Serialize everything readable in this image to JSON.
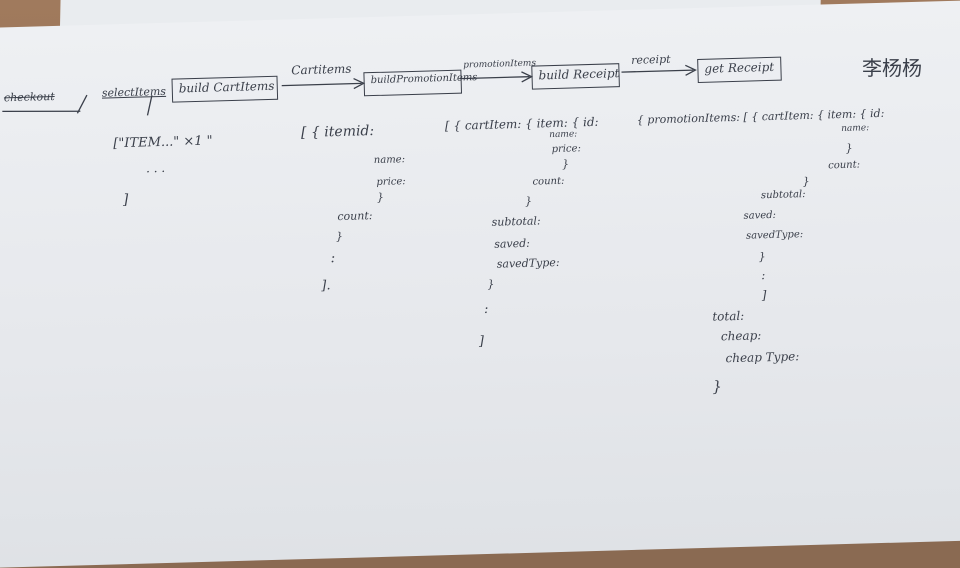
{
  "flow": {
    "checkout": "checkout",
    "selected": "selectItems",
    "build_cart_items": "build CartItems",
    "cart_items_arrow": "Cartitems",
    "build_promotion_items": "buildPromotionItems",
    "promotion_items_arrow": "promotionItems",
    "build_receipt": "build Receipt",
    "receipt_arrow": "receipt",
    "get_receipt": "get Receipt"
  },
  "signature": "李杨杨",
  "col1": {
    "open": "[\"ITEM...\" ×1 \"",
    "dots": ". . .",
    "close": "]"
  },
  "col2": {
    "open": "[ { itemid:",
    "name": "name:",
    "price": "price:",
    "close_brace": "}",
    "count": "count:",
    "close_brace2": "}",
    "dots": ":",
    "close": "]."
  },
  "col3": {
    "open": "[ { cartItem: { item: { id:",
    "name": "name:",
    "price": "price:",
    "brace1": "}",
    "count": "count:",
    "brace2": "}",
    "subtotal": "subtotal:",
    "saved": "saved:",
    "saved_type": "savedType:",
    "brace3": "}",
    "dots": ":",
    "close": "]"
  },
  "col4": {
    "open": "{ promotionItems: [ { cartItem: { item: { id:",
    "name": "name:",
    "brace1": "}",
    "count": "count:",
    "brace2": "}",
    "subtotal": "subtotal:",
    "saved": "saved:",
    "saved_type": "savedType:",
    "brace3": "}",
    "dots": ":",
    "close": "]",
    "total": "total:",
    "cheap": "cheap:",
    "cheap_type": "cheap Type:",
    "end": "}"
  }
}
